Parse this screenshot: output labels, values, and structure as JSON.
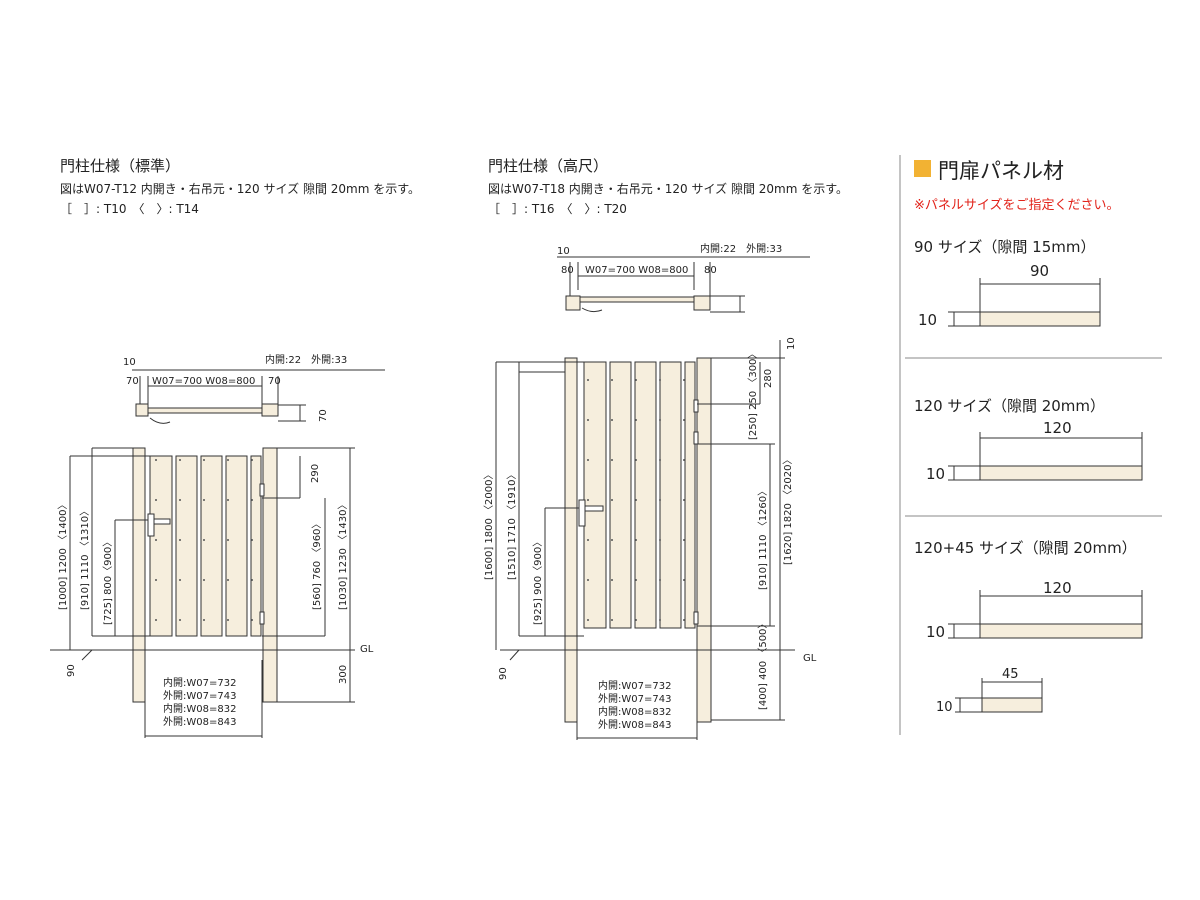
{
  "standard": {
    "title": "門柱仕様（標準）",
    "desc": "図はW07-T12 内開き・右吊元・120 サイズ 隙間 20mm を示す。",
    "legend": "［　］: T10　〈　〉: T14",
    "plan": {
      "t10": "10",
      "t70a": "70",
      "width": "W07=700  W08=800",
      "t70b": "70",
      "gap": "内開:22　外開:33",
      "t70c": "70"
    },
    "left_dims": {
      "a": "[1000] 1200 〈1400〉",
      "b": "[910] 1110 〈1310〉",
      "c": "[725] 800〈900〉",
      "d": "90"
    },
    "right_dims": {
      "a": "290",
      "b": "[560] 760 〈960〉",
      "c": "[1030] 1230 〈1430〉",
      "d": "300",
      "gl": "GL"
    },
    "widths": [
      "内開:W07=732",
      "外開:W07=743",
      "内開:W08=832",
      "外開:W08=843"
    ]
  },
  "tall": {
    "title": "門柱仕様（高尺）",
    "desc": "図はW07-T18 内開き・右吊元・120 サイズ 隙間 20mm を示す。",
    "legend": "［　］: T16　〈　〉: T20",
    "plan": {
      "t10": "10",
      "t80a": "80",
      "width": "W07=700  W08=800",
      "t80b": "80",
      "gap": "内開:22　外開:33"
    },
    "left_dims": {
      "a": "[1600] 1800 〈2000〉",
      "b": "[1510] 1710 〈1910〉",
      "c": "[925] 900〈900〉",
      "d": "90"
    },
    "right_dims": {
      "t10": "10",
      "a": "280",
      "b": "[250] 250 〈300〉",
      "c": "[910] 1110 〈1260〉",
      "d": "[1620] 1820 〈2020〉",
      "e": "[400] 400 〈500〉",
      "gl": "GL"
    },
    "widths": [
      "内開:W07=732",
      "外開:W07=743",
      "内開:W08=832",
      "外開:W08=843"
    ]
  },
  "panel": {
    "title": "門扉パネル材",
    "note": "※パネルサイズをご指定ください。",
    "sizes": [
      {
        "label": "90 サイズ（隙間 15mm）",
        "width": "90",
        "thick": "10"
      },
      {
        "label": "120 サイズ（隙間 20mm）",
        "width": "120",
        "thick": "10"
      },
      {
        "label": "120+45 サイズ（隙間 20mm）",
        "width": "120",
        "thick": "10",
        "extra_width": "45",
        "extra_thick": "10"
      }
    ],
    "accent": "#f2b233",
    "panel_fill": "#f6eedd"
  }
}
